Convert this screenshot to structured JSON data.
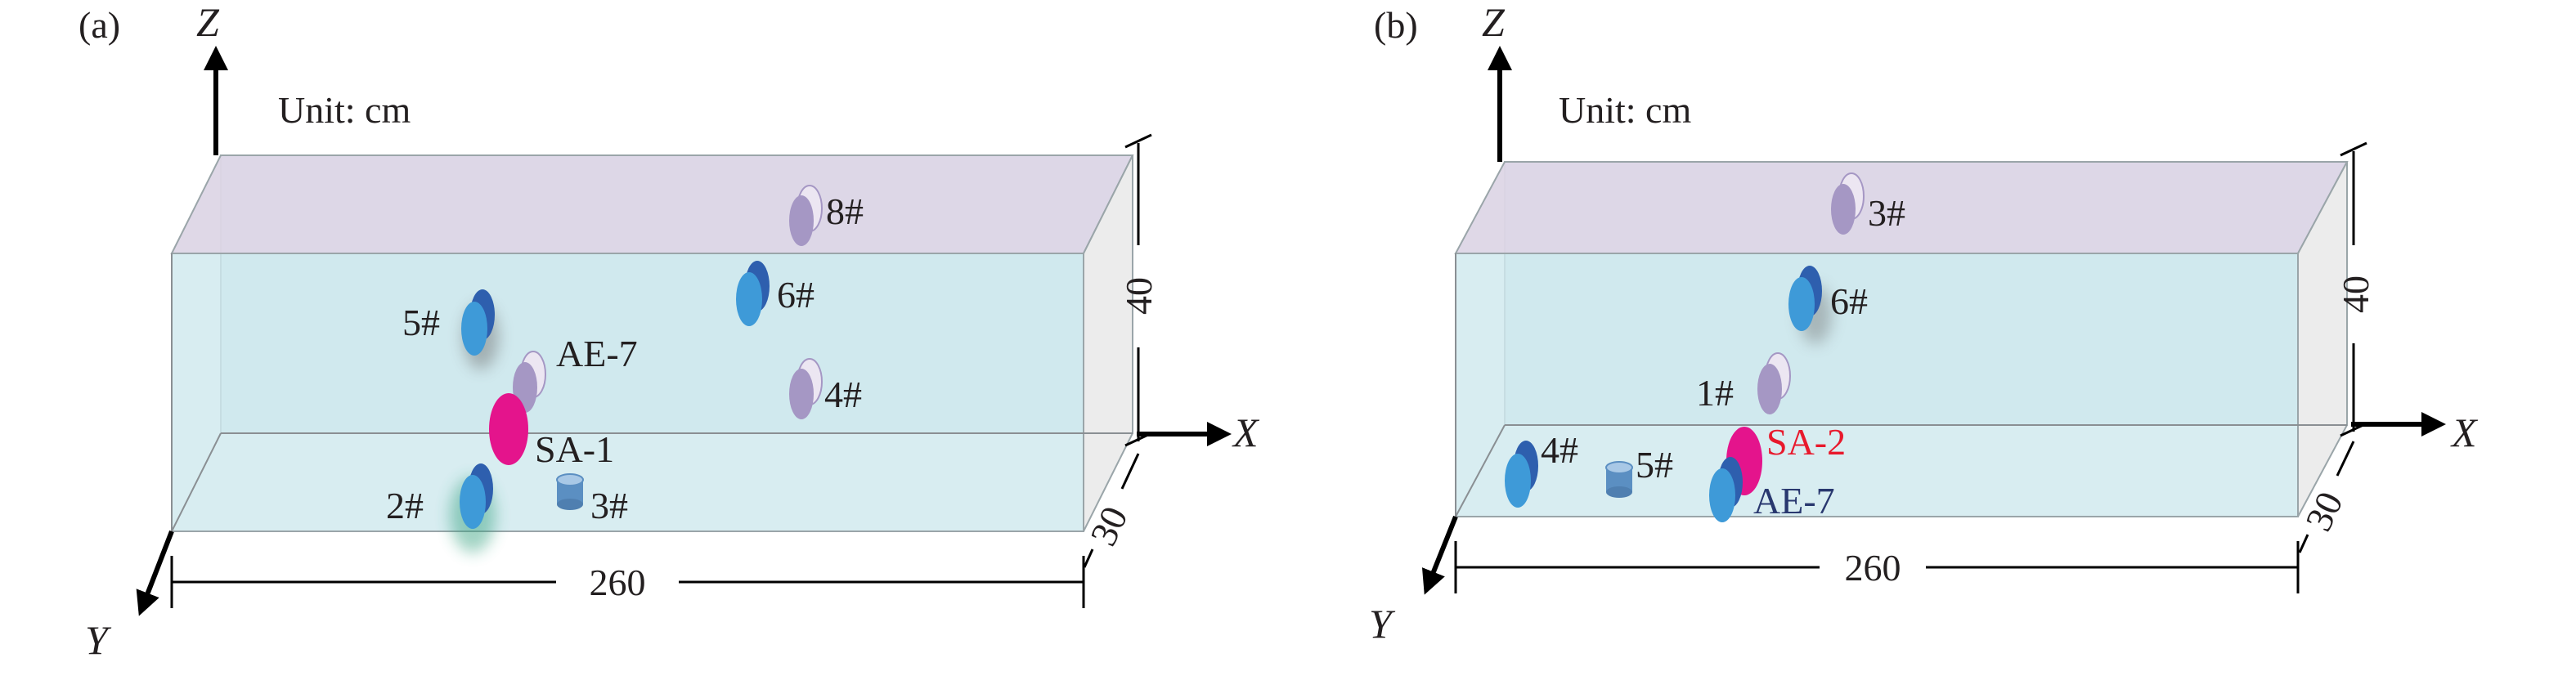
{
  "colors": {
    "top_face": "#ddd6e6",
    "front_face": "#cfe9ee",
    "side_face": "#ececec",
    "sensor_blue": "#3e9ad8",
    "sensor_blue_dark": "#2e5fae",
    "sensor_purple": "#a597c4",
    "source_magenta": "#e4148c",
    "label_red": "#e8192c",
    "label_navy": "#29386f"
  },
  "panels": [
    {
      "id": "a",
      "panel_label": "(a)",
      "unit_label": "Unit: cm",
      "axes": {
        "x": "X",
        "y": "Y",
        "z": "Z"
      },
      "dims": {
        "length": "260",
        "height": "40",
        "depth": "30"
      },
      "markers": [
        {
          "label": "8#",
          "kind": "sensor-purple"
        },
        {
          "label": "6#",
          "kind": "sensor-blue"
        },
        {
          "label": "5#",
          "kind": "sensor-blue"
        },
        {
          "label": "AE-7",
          "kind": "sensor-purple"
        },
        {
          "label": "4#",
          "kind": "sensor-purple"
        },
        {
          "label": "SA-1",
          "kind": "source"
        },
        {
          "label": "2#",
          "kind": "sensor-blue"
        },
        {
          "label": "3#",
          "kind": "cylinder"
        }
      ]
    },
    {
      "id": "b",
      "panel_label": "(b)",
      "unit_label": "Unit: cm",
      "axes": {
        "x": "X",
        "y": "Y",
        "z": "Z"
      },
      "dims": {
        "length": "260",
        "height": "40",
        "depth": "30"
      },
      "markers": [
        {
          "label": "3#",
          "kind": "sensor-purple"
        },
        {
          "label": "6#",
          "kind": "sensor-blue"
        },
        {
          "label": "1#",
          "kind": "sensor-purple"
        },
        {
          "label": "4#",
          "kind": "sensor-blue"
        },
        {
          "label": "5#",
          "kind": "cylinder"
        },
        {
          "label": "SA-2",
          "kind": "source"
        },
        {
          "label": "AE-7",
          "kind": "sensor-blue"
        }
      ]
    }
  ]
}
